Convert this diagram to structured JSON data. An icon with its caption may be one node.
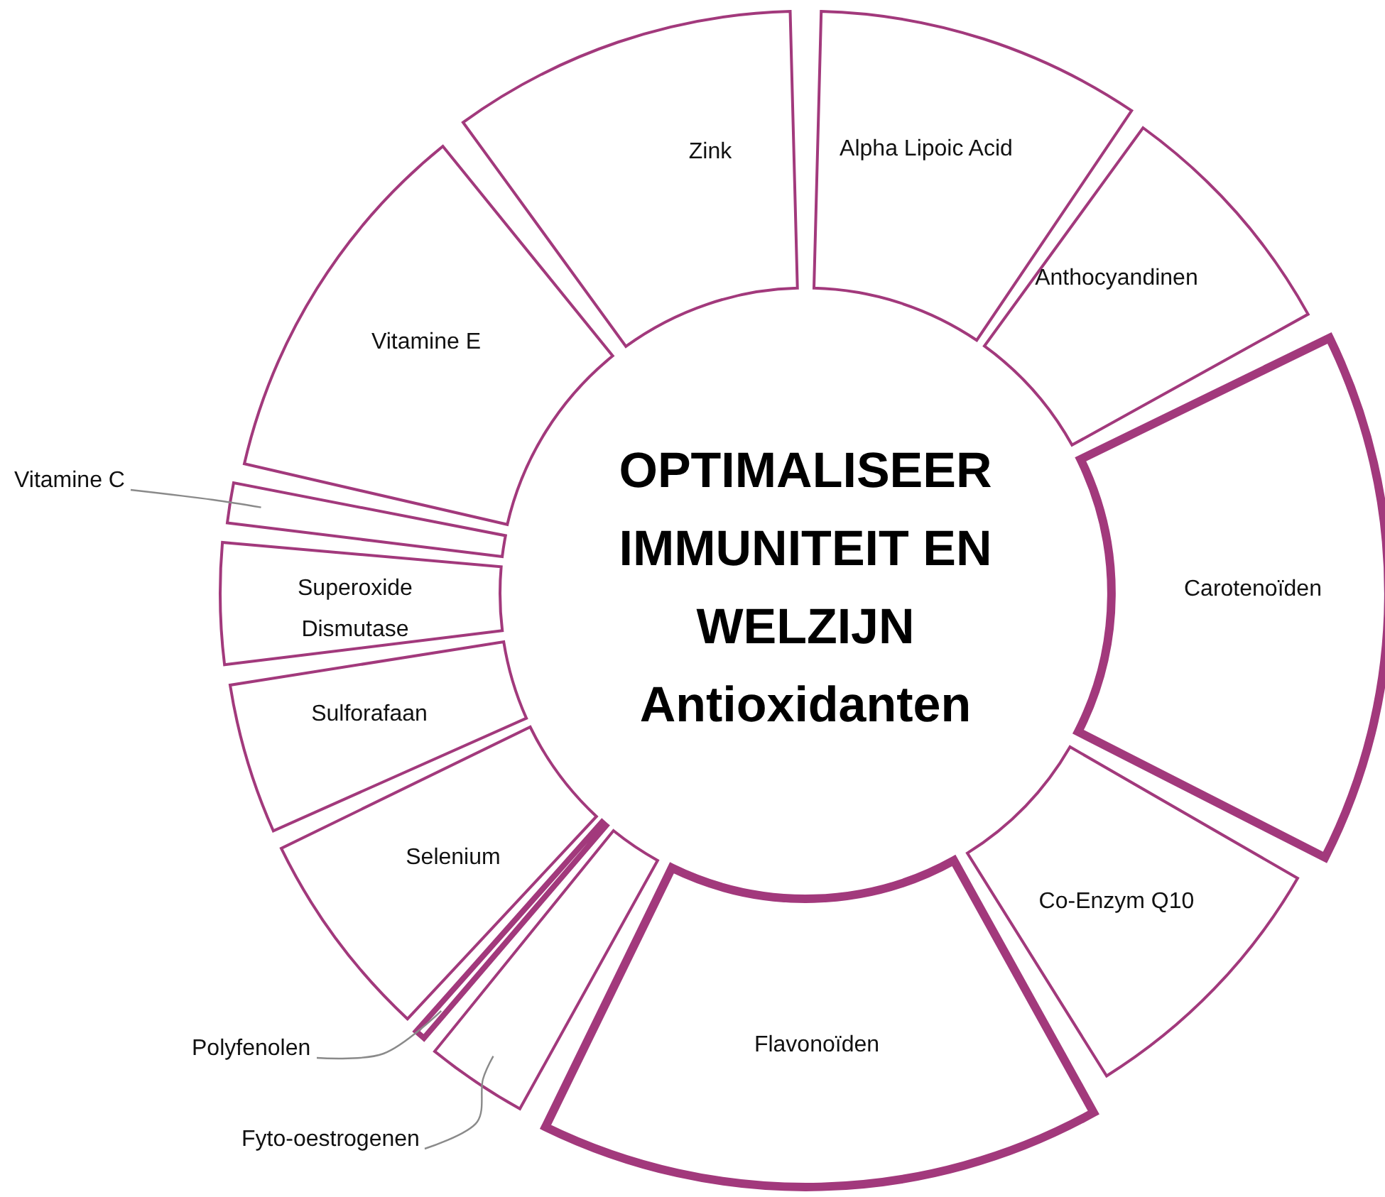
{
  "diagram": {
    "title": "OPTIMALISEER IMMUNITEIT EN WELZIJN",
    "nodes": [
      {
        "text": [
          "Alpha Lipoic Acid"
        ]
      },
      {
        "text": [
          "Anthocyandinen"
        ]
      },
      {
        "text": [
          "Carotenoïden"
        ]
      },
      {
        "text": [
          "Co-Enzym Q10"
        ]
      },
      {
        "text": [
          "Flavonoïden"
        ]
      },
      {
        "text": [],
        "shape": "arc"
      },
      {
        "text": [],
        "shape": "arc"
      },
      {
        "text": [
          "Selenium"
        ]
      },
      {
        "text": [
          "Sulforafaan"
        ]
      },
      {
        "text": [
          "Superoxide Dismutase"
        ]
      },
      {
        "text": [],
        "shape": "arc"
      },
      {
        "text": [
          "Vitamine E"
        ]
      },
      {
        "text": [
          "Zink"
        ]
      },
      {
        "text": [
          "Vitamine C"
        ]
      },
      {
        "text": [
          "Polyfenolen"
        ]
      },
      {
        "text": [
          "Fyto-oestrogenen"
        ]
      }
    ],
    "edges": [
      {
        "from": 13,
        "to": 10,
        "arrow": "none"
      },
      {
        "from": 14,
        "to": 6,
        "arrow": "none"
      },
      {
        "from": 15,
        "to": 5,
        "arrow": "none"
      }
    ],
    "labels": [
      "Antioxidanten"
    ]
  }
}
